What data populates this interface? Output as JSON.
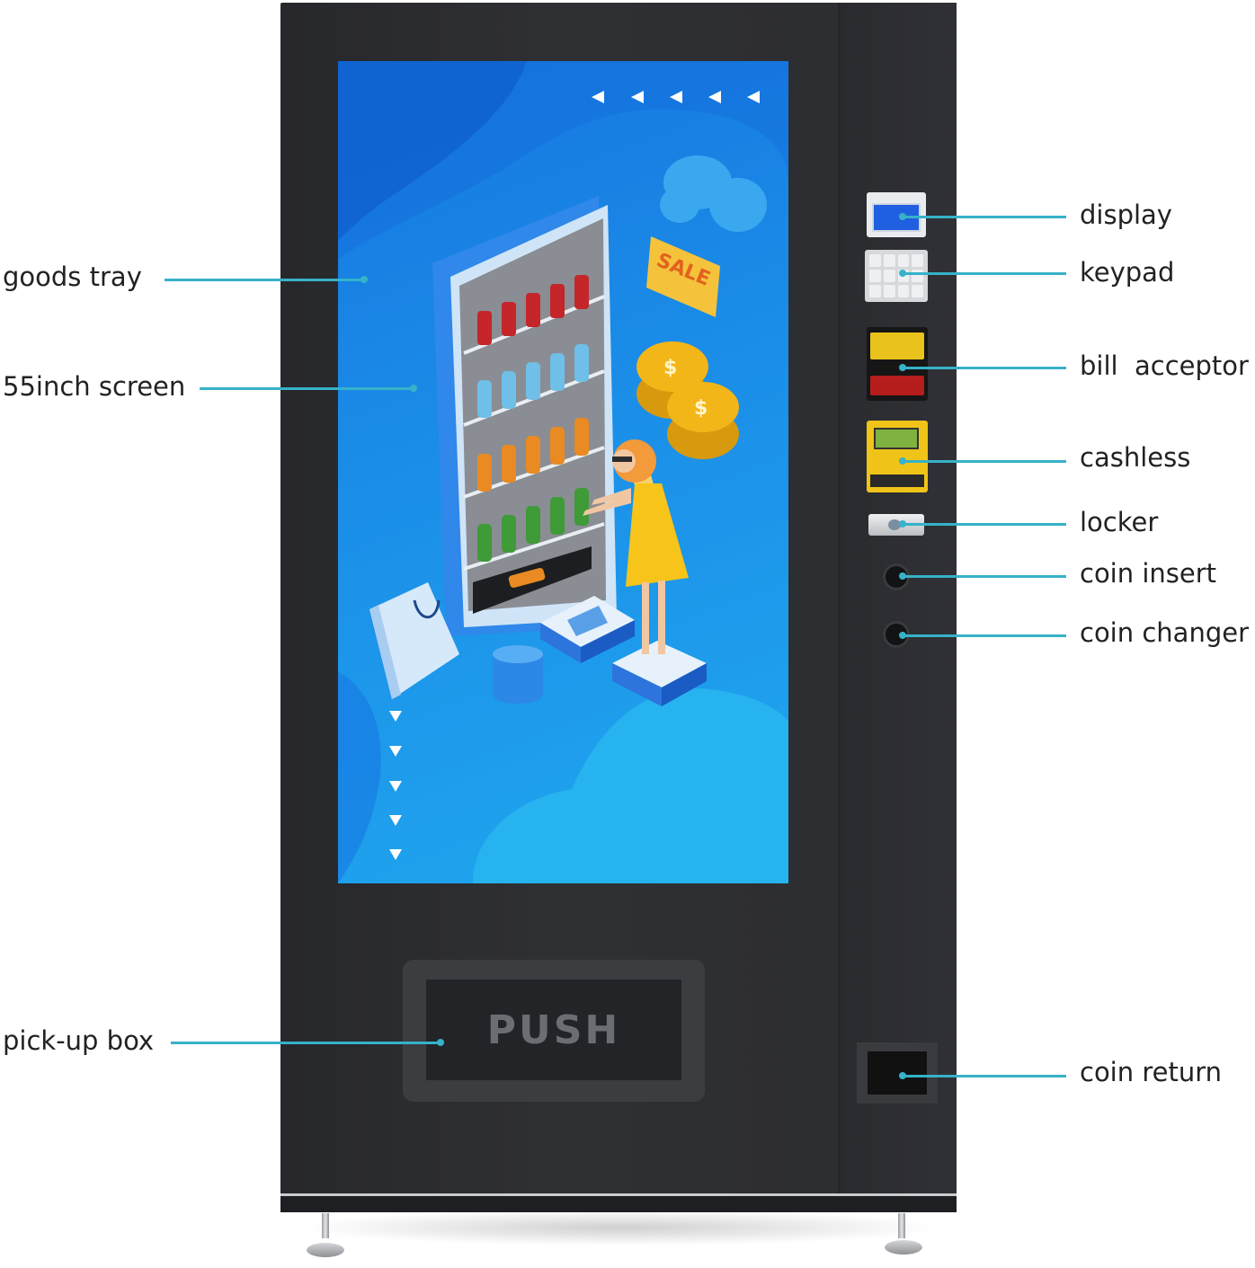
{
  "machine": {
    "push_label": "PUSH",
    "colors": {
      "cabinet": "#2d2e32",
      "screen_blue": "#1b8ee8",
      "leader_line": "#36b2c9",
      "bill_acceptor_yellow": "#e9c21b",
      "bill_acceptor_red": "#b61d1d",
      "cashless_yellow": "#f0c318"
    }
  },
  "screen_art": {
    "sale_sign": "SALE",
    "coin_symbol": "$"
  },
  "callouts": {
    "left": [
      {
        "id": "goods-tray",
        "label": "goods tray"
      },
      {
        "id": "55inch-screen",
        "label": "55inch screen"
      },
      {
        "id": "pick-up-box",
        "label": "pick-up box"
      }
    ],
    "right": [
      {
        "id": "display",
        "label": "display"
      },
      {
        "id": "keypad",
        "label": "keypad"
      },
      {
        "id": "bill-acceptor",
        "label": "bill  acceptor"
      },
      {
        "id": "cashless",
        "label": "cashless"
      },
      {
        "id": "locker",
        "label": "locker"
      },
      {
        "id": "coin-insert",
        "label": "coin insert"
      },
      {
        "id": "coin-changer",
        "label": "coin changer"
      },
      {
        "id": "coin-return",
        "label": "coin return"
      }
    ]
  }
}
